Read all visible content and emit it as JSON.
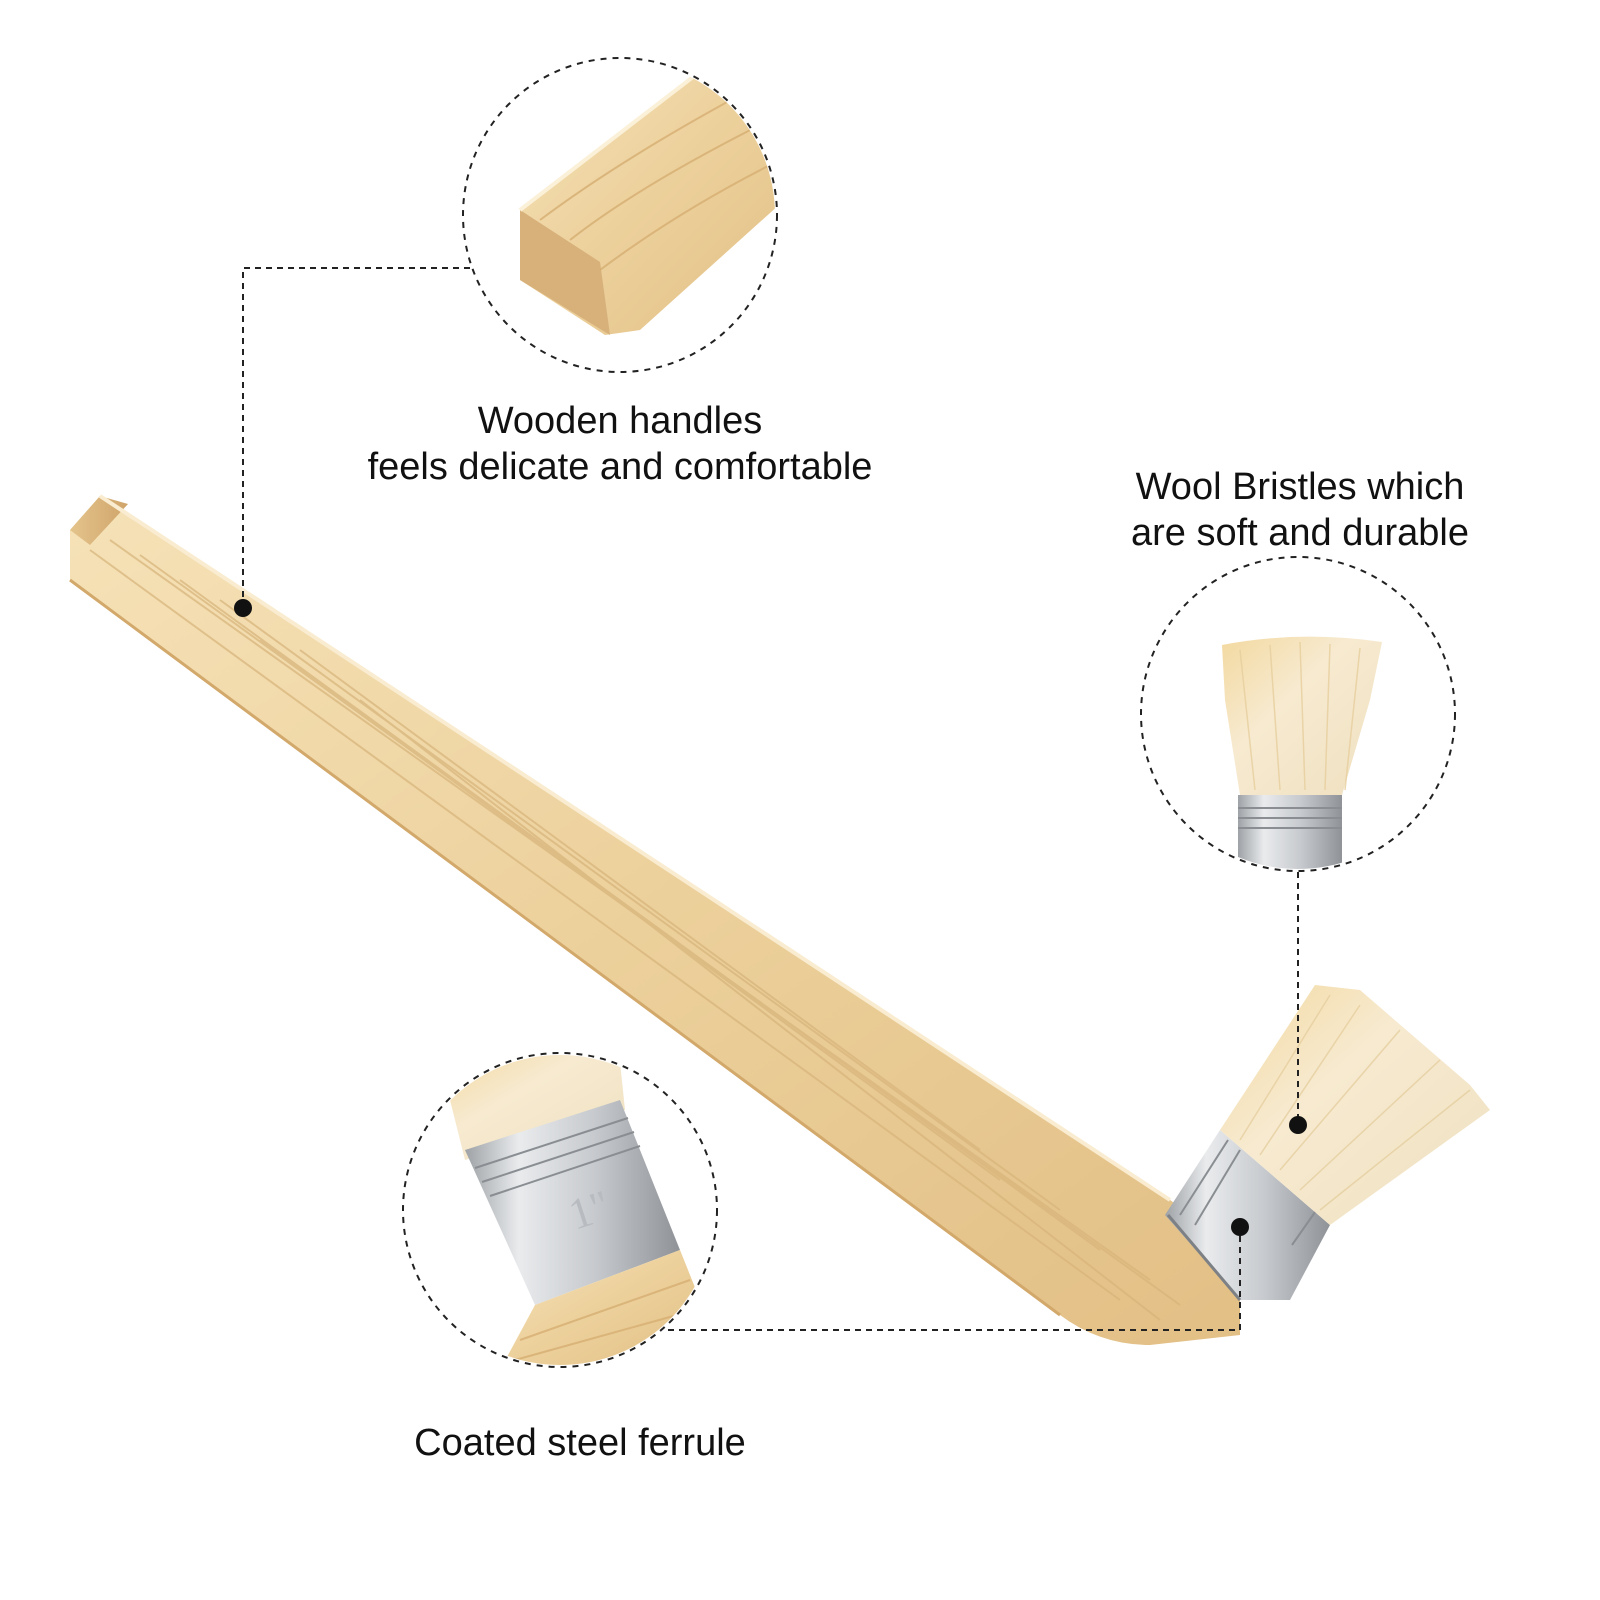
{
  "captions": {
    "handle": {
      "line1": "Wooden handles",
      "line2": "feels delicate and comfortable"
    },
    "bristles": {
      "line1": "Wool Bristles which",
      "line2": "are soft and durable"
    },
    "ferrule": {
      "line1": "Coated steel ferrule"
    }
  },
  "ferrule_marking": "1\"",
  "colors": {
    "wood_light": "#f3ddb0",
    "wood_mid": "#e6c58a",
    "wood_dark": "#c99a5a",
    "bristle": "#f4e3bd",
    "metal": "#cfd2d5",
    "line": "#222222",
    "background": "#ffffff"
  },
  "icons": [
    "callout-dot-icon",
    "dashed-leader-line",
    "zoom-circle"
  ]
}
